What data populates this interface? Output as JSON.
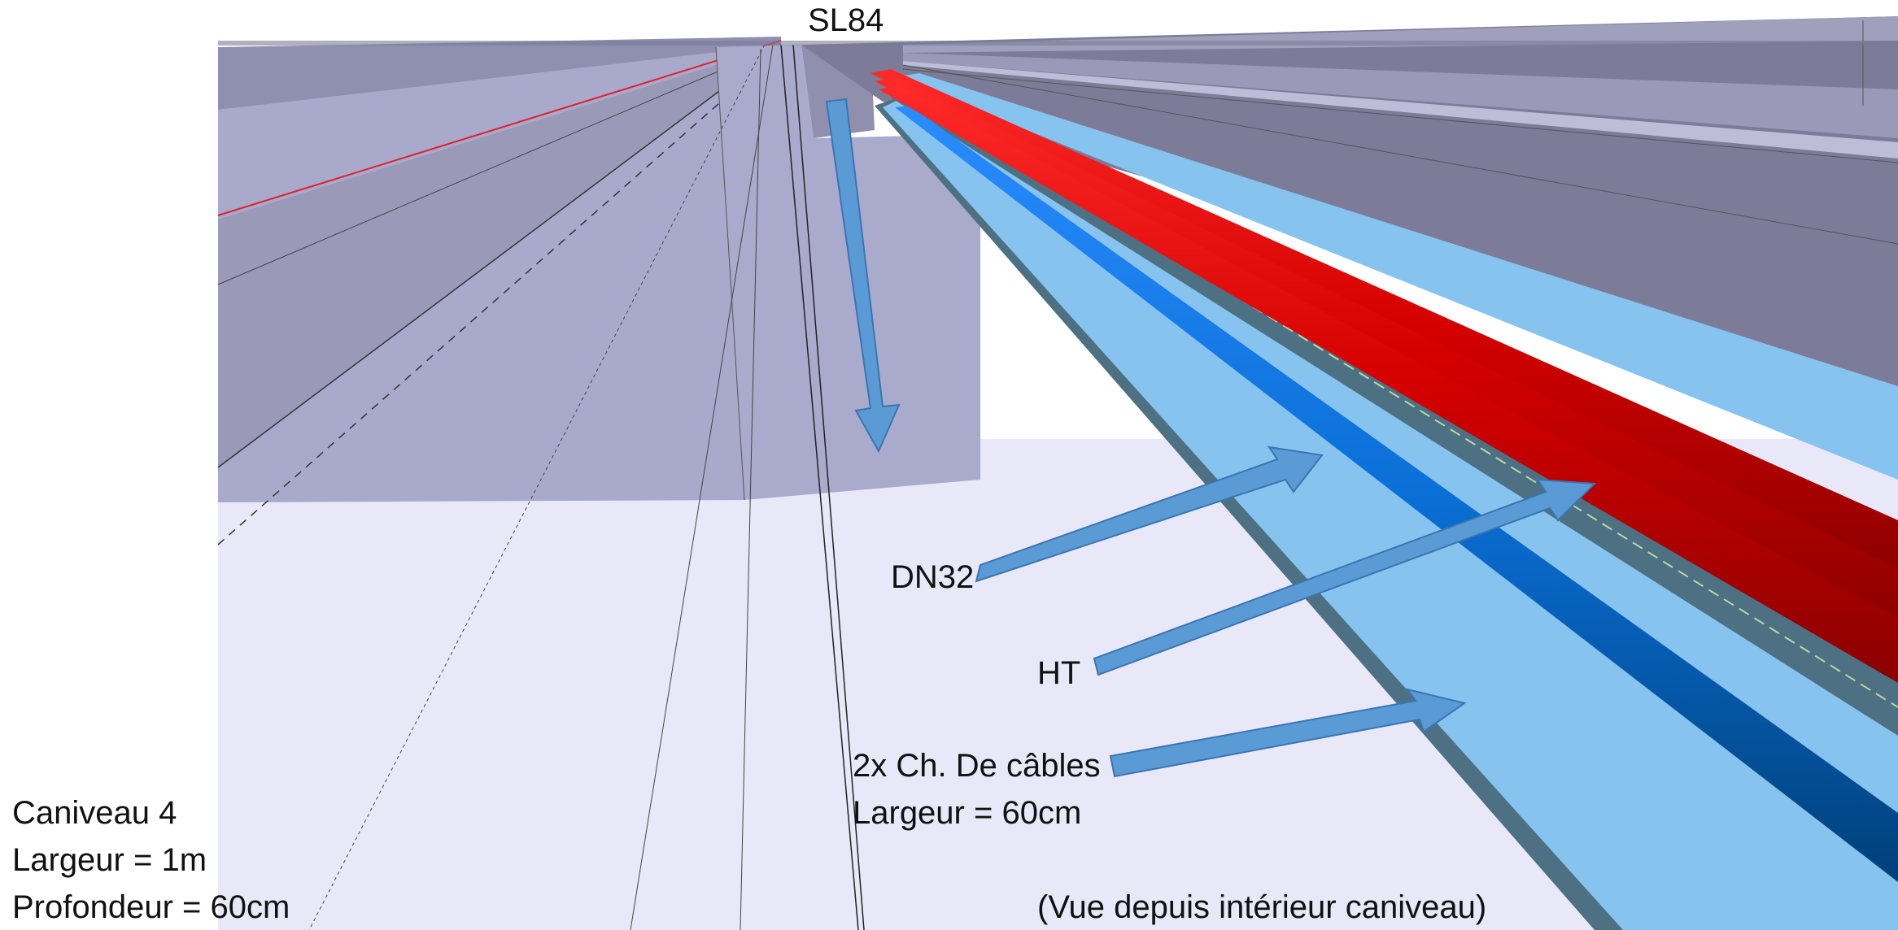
{
  "labels": {
    "station": "SL84",
    "dn32": "DN32",
    "ht": "HT",
    "cable_trays": "2x Ch. De câbles",
    "tray_width": "Largeur = 60cm",
    "trench_name": "Caniveau 4",
    "trench_width": "Largeur = 1m",
    "trench_depth": "Profondeur = 60cm",
    "view_note": "(Vue depuis intérieur caniveau)"
  },
  "colors": {
    "floor": "#e8e8f8",
    "wall_light": "#a9a9cc",
    "wall_dark": "#8a8aa8",
    "ceiling_dark": "#7a7a96",
    "cable_tray": "#86c3ee",
    "tray_edge": "#4e7083",
    "ht_cable": "#d60000",
    "dn32_pipe": "#0a6fd6",
    "arrow": "#5b9bd5"
  }
}
